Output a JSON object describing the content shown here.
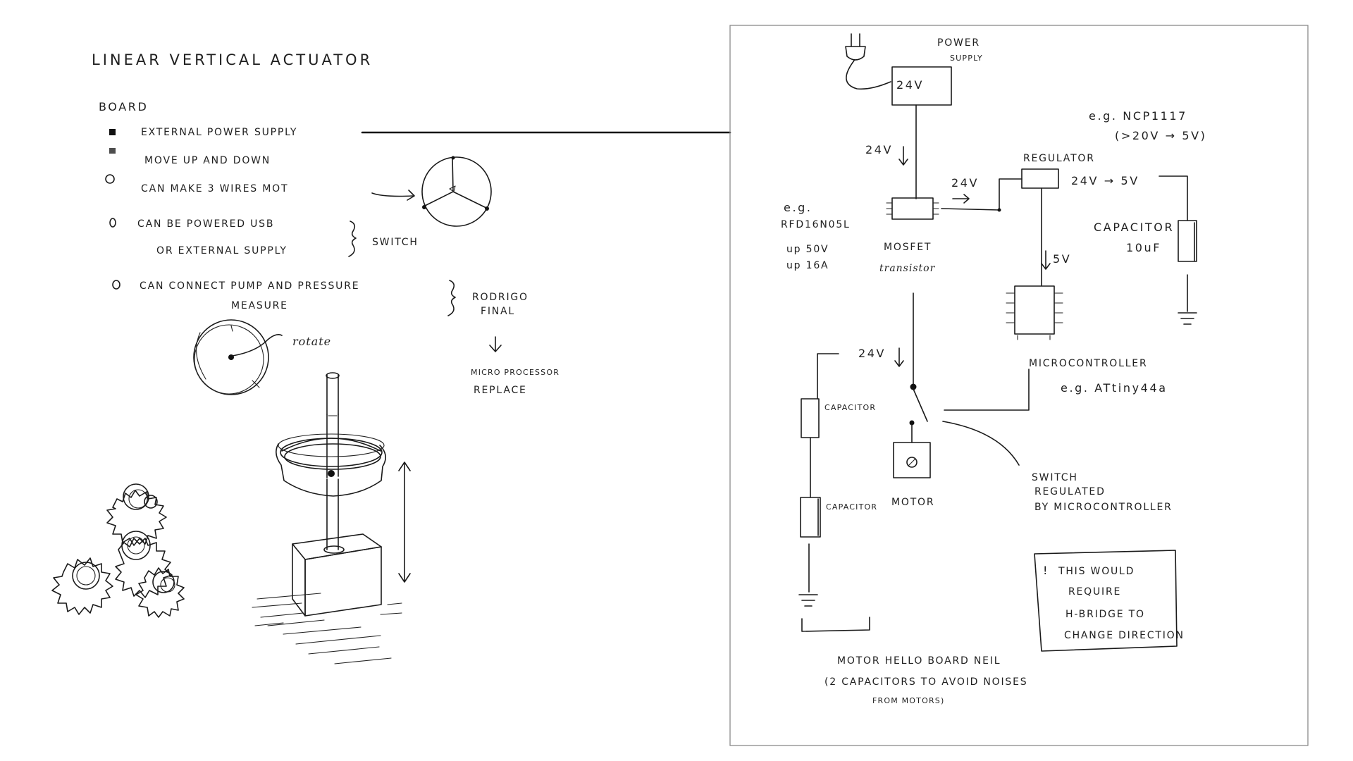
{
  "left": {
    "title": "LINEAR VERTICAL ACTUATOR",
    "board_heading": "BOARD",
    "bullets": {
      "b1": "EXTERNAL POWER SUPPLY",
      "b2": "MOVE UP AND DOWN",
      "b3": "CAN MAKE 3 WIRES MOT",
      "b4_line1": "CAN BE POWERED USB",
      "b4_line2": "OR EXTERNAL SUPPLY",
      "b5_line1": "CAN CONNECT PUMP AND PRESSURE",
      "b5_line2": "MEASURE"
    },
    "switch_note": "SWITCH",
    "rodrigo_line1": "RODRIGO",
    "rodrigo_line2": "FINAL",
    "micro_line1": "MICRO PROCESSOR",
    "micro_line2": "REPLACE",
    "rotate_label": "rotate"
  },
  "right": {
    "power_supply_line1": "POWER",
    "power_supply_line2": "SUPPLY",
    "psu_voltage": "24V",
    "ncp_line1": "e.g. NCP1117",
    "ncp_line2": "(>20V → 5V)",
    "arrow_24v_down": "24V",
    "arrow_24v_mid": "24V",
    "regulator": "REGULATOR",
    "regulator_conv": "24V → 5V",
    "mosfet_eg": "e.g.",
    "mosfet_part": "RFD16N05L",
    "mosfet_spec1": "up 50V",
    "mosfet_spec2": "up 16A",
    "mosfet_label": "MOSFET",
    "mosfet_sub": "transistor",
    "capacitor_r_line1": "CAPACITOR",
    "capacitor_r_line2": "10uF",
    "five_v": "5V",
    "motor_24v": "24V",
    "capacitor_1": "CAPACITOR",
    "capacitor_2": "CAPACITOR",
    "microcontroller": "MICROCONTROLLER",
    "attiny": "e.g. ATtiny44a",
    "motor": "MOTOR",
    "switch_line1": "SWITCH",
    "switch_line2": "REGULATED",
    "switch_line3": "BY MICROCONTROLLER",
    "note_mark": "!",
    "note_line1": "THIS WOULD",
    "note_line2": "REQUIRE",
    "note_line3": "H-BRIDGE TO",
    "note_line4": "CHANGE DIRECTION",
    "hello_line1": "MOTOR HELLO BOARD NEIL",
    "hello_line2": "(2 CAPACITORS TO AVOID NOISES",
    "hello_line3": "FROM MOTORS)"
  }
}
